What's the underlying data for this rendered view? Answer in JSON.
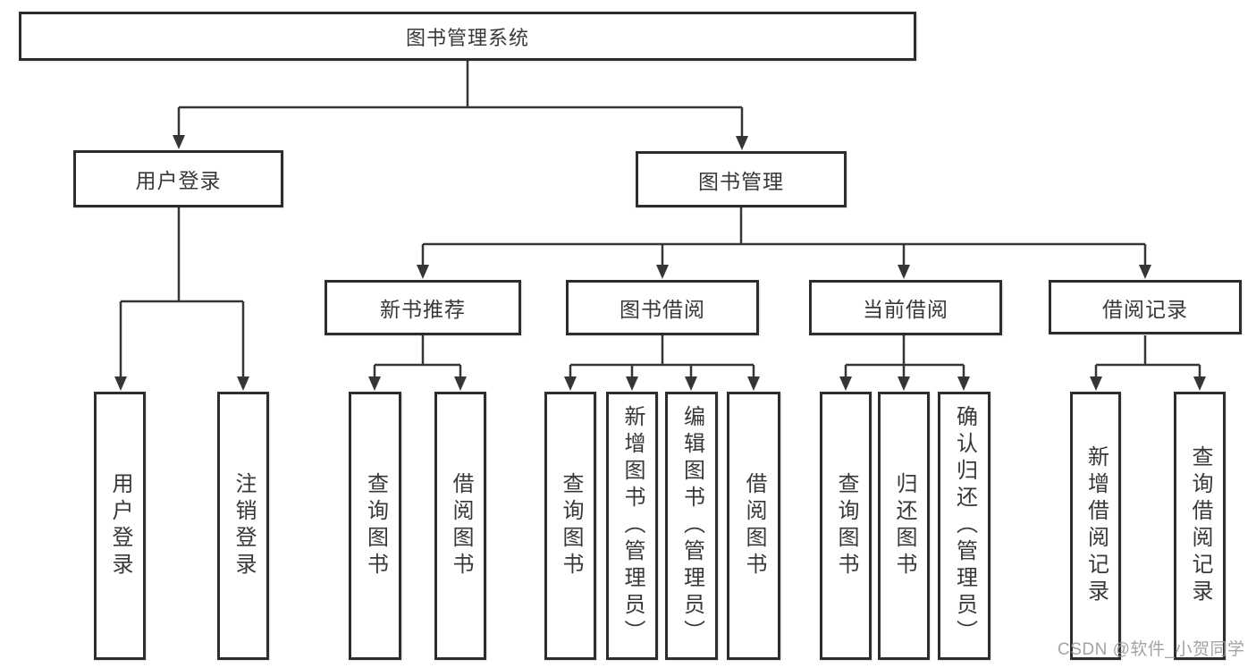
{
  "nodes": {
    "root": "图书管理系统",
    "user_login": "用户登录",
    "book_mgmt": "图书管理",
    "leaf_user_login": "用户登录",
    "leaf_logout": "注销登录",
    "new_book_rec": "新书推荐",
    "book_borrow": "图书借阅",
    "current_borrow": "当前借阅",
    "borrow_record": "借阅记录",
    "nbr_query_book": "查询图书",
    "nbr_borrow_book": "借阅图书",
    "bb_query_book": "查询图书",
    "bb_add_book": "新增图书（管理员）",
    "bb_edit_book": "编辑图书（管理员）",
    "bb_borrow_book": "借阅图书",
    "cb_query_book": "查询图书",
    "cb_return_book": "归还图书",
    "cb_confirm_return": "确认归还（管理员）",
    "br_add_record": "新增借阅记录",
    "br_query_record": "查询借阅记录"
  },
  "watermark": "CSDN @软件_小贺同学",
  "colors": {
    "line": "#363636",
    "border": "#2d2d2d",
    "text": "#383838",
    "watermark": "#9a9a9a",
    "background": "#ffffff"
  }
}
